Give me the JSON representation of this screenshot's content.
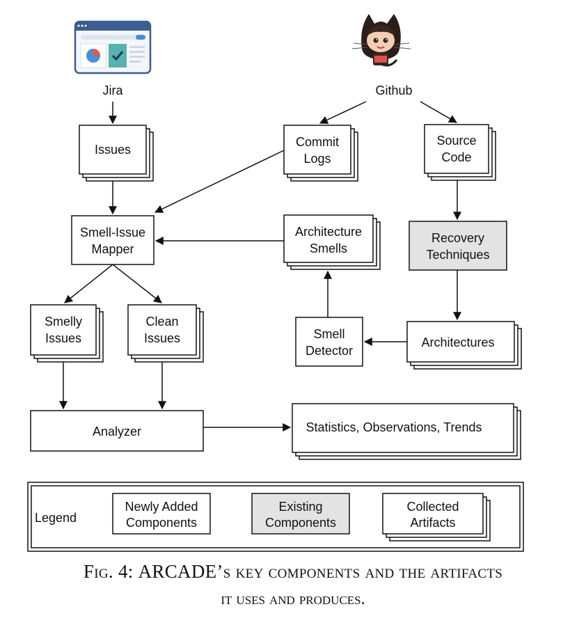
{
  "sources": {
    "jira": "Jira",
    "github": "Github"
  },
  "nodes": {
    "issues": "Issues",
    "commit_logs": [
      "Commit",
      "Logs"
    ],
    "source_code": [
      "Source",
      "Code"
    ],
    "smell_issue_mapper": [
      "Smell-Issue",
      "Mapper"
    ],
    "architecture_smells": [
      "Architecture",
      "Smells"
    ],
    "recovery_techniques": [
      "Recovery",
      "Techniques"
    ],
    "smelly_issues": [
      "Smelly",
      "Issues"
    ],
    "clean_issues": [
      "Clean",
      "Issues"
    ],
    "smell_detector": [
      "Smell",
      "Detector"
    ],
    "architectures": "Architectures",
    "analyzer": "Analyzer",
    "statistics": "Statistics, Observations, Trends"
  },
  "legend": {
    "title": "Legend",
    "newly_added": [
      "Newly Added",
      "Components"
    ],
    "existing": [
      "Existing",
      "Components"
    ],
    "collected": [
      "Collected",
      "Artifacts"
    ]
  },
  "caption": {
    "fig": "Fig. 4:",
    "line1": "ARCADE’s key components and the artifacts",
    "line2": "it uses and produces."
  },
  "colors": {
    "existing_fill": "#e3e3e3",
    "stroke": "#111111"
  }
}
